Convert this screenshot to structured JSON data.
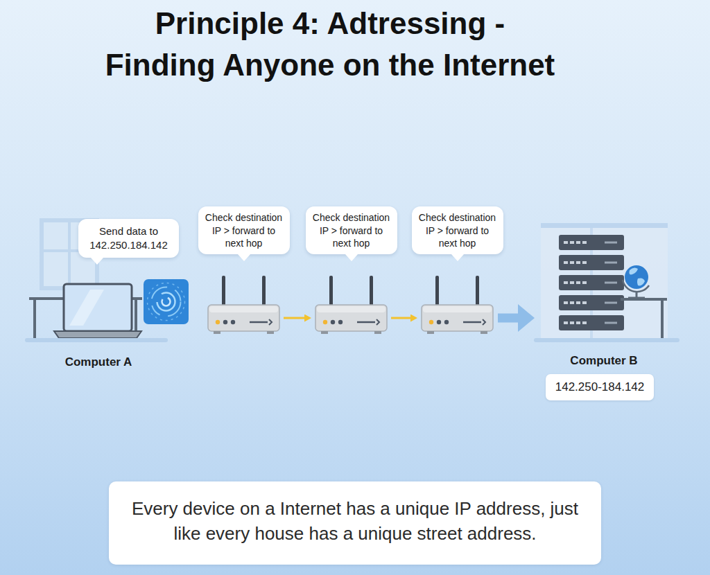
{
  "diagram": {
    "title": "Principle 4: Adtressing - Finding Anyone on the Internet",
    "caption": "Every device on a Internet has a unique IP address, just like every house has a unique street address.",
    "nodes": [
      {
        "text": [
          "Send data to 142.250.184.142",
          "Computer A"
        ]
      },
      {
        "text": [
          "Check destination IP > forward to next hop"
        ]
      },
      {
        "text": [
          "Check destination IP > forward to next hop"
        ]
      },
      {
        "text": [
          "Check destination IP > forward to next hop"
        ]
      },
      {
        "text": [
          "Computer B",
          "142.250-184.142"
        ]
      }
    ],
    "edges": [
      {
        "from": 1,
        "to": 2,
        "arrow": "to"
      },
      {
        "from": 2,
        "to": 3,
        "arrow": "to"
      },
      {
        "from": 3,
        "to": 4,
        "arrow": "to"
      }
    ]
  }
}
